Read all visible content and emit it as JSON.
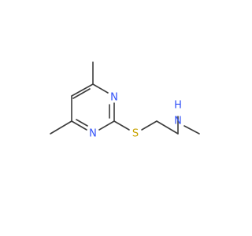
{
  "molecule": {
    "atoms": {
      "n1": {
        "symbol": "N",
        "color": "#3050f8"
      },
      "n3": {
        "symbol": "N",
        "color": "#3050f8"
      },
      "s": {
        "symbol": "S",
        "color": "#c8a300"
      },
      "nh_n": {
        "symbol": "N",
        "color": "#3050f8"
      },
      "nh_h": {
        "symbol": "H",
        "color": "#3050f8"
      }
    },
    "bond_color": "#3c3c3c"
  }
}
